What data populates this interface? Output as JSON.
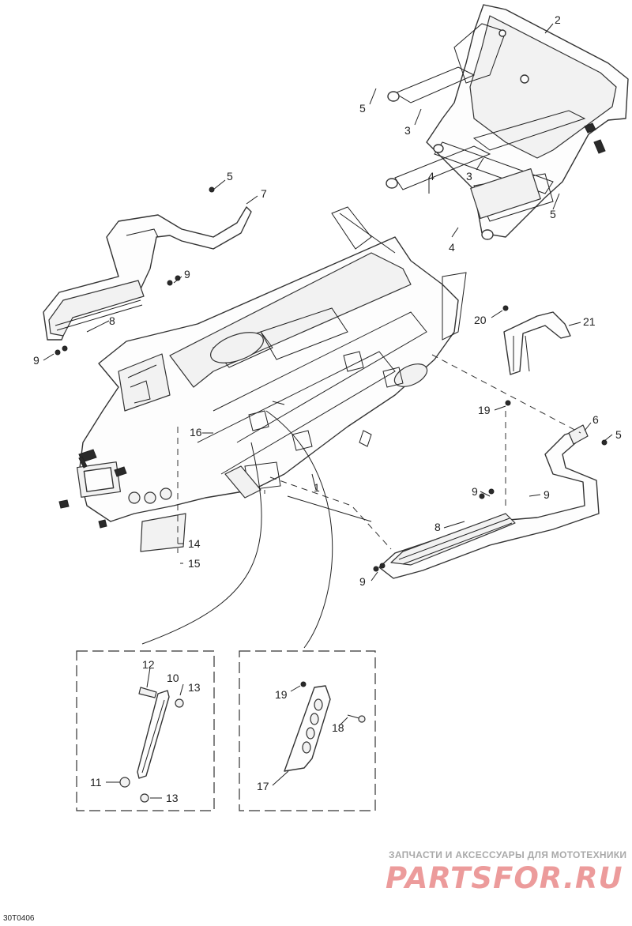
{
  "diagram": {
    "callouts": {
      "c1": "1",
      "c2": "2",
      "c3a": "3",
      "c3b": "3",
      "c4a": "4",
      "c4b": "4",
      "c5a": "5",
      "c5b": "5",
      "c5c": "5",
      "c5d": "5",
      "c6": "6",
      "c7": "7",
      "c8a": "8",
      "c8b": "8",
      "c9a": "9",
      "c9b": "9",
      "c9c": "9",
      "c9d": "9",
      "c9e": "9",
      "c10": "10",
      "c11": "11",
      "c12": "12",
      "c13a": "13",
      "c13b": "13",
      "c14": "14",
      "c15": "15",
      "c16": "16",
      "c17": "17",
      "c18": "18",
      "c19a": "19",
      "c19b": "19",
      "c20": "20",
      "c21": "21"
    },
    "drawing_code": "30T0406"
  },
  "watermark": {
    "subtitle": "ЗАПЧАСТИ И АКСЕССУАРЫ ДЛЯ МОТОТЕХНИКИ",
    "brand": "PARTSFOR.RU"
  }
}
